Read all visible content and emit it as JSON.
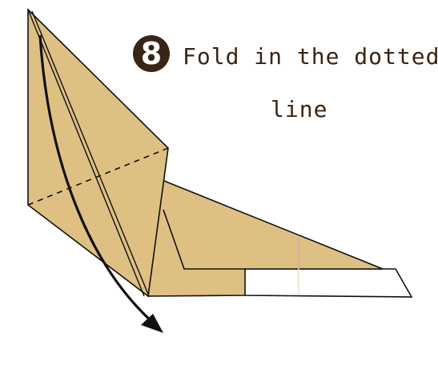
{
  "step": {
    "number": "8",
    "instruction_line_1": "Fold in the dotted",
    "instruction_line_2": "line"
  },
  "colors": {
    "paper": "#dfc083",
    "outline": "#111111",
    "accent_crease": "#e2a7a0",
    "badge": "#3a2414",
    "text": "#3a2414"
  },
  "icons": {
    "fold_direction": "curved-arrow-icon"
  }
}
